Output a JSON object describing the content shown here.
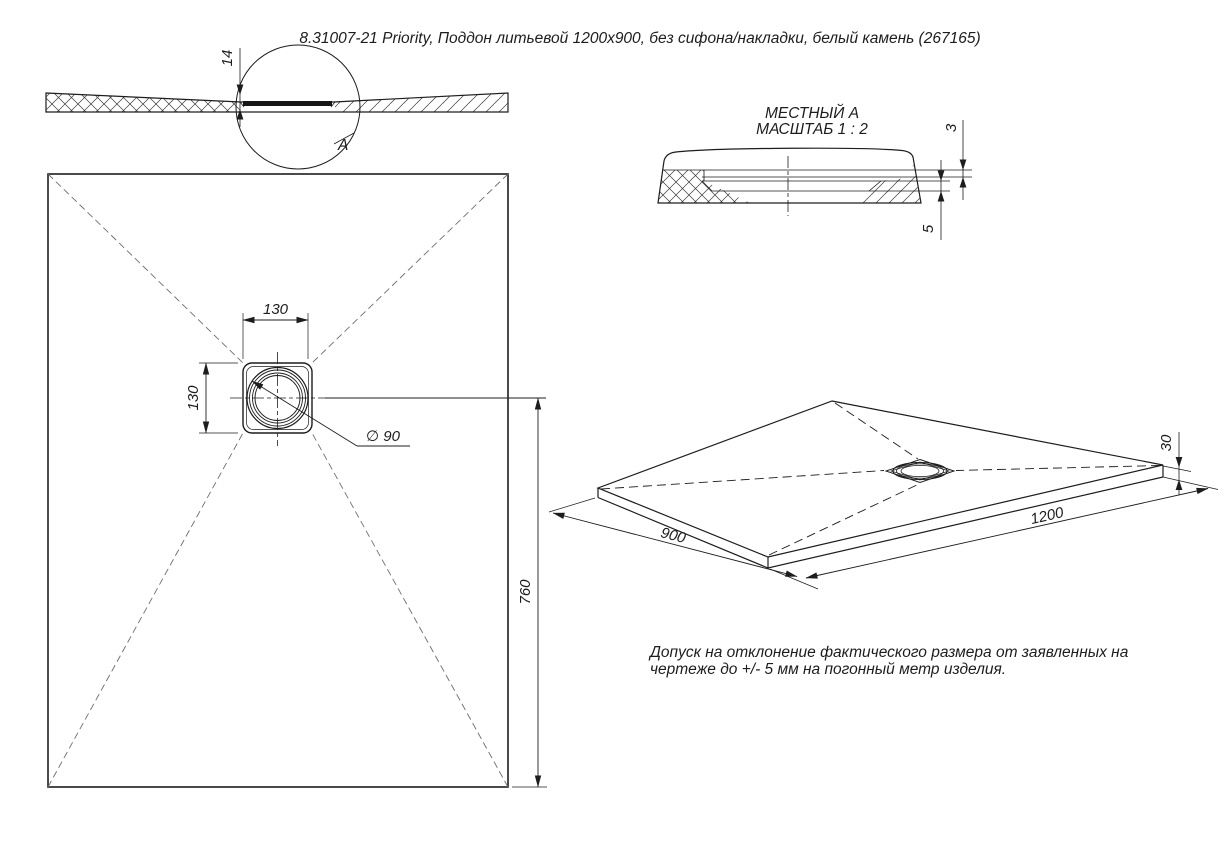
{
  "title": "8.31007-21 Priority, Поддон литьевой 1200x900, без сифона/накладки, белый камень (267165)",
  "section_view": {
    "thickness_dim": "14",
    "detail_label": "A"
  },
  "detail_view": {
    "name": "МЕСТНЫЙ А",
    "scale": "МАСШТАБ 1 : 2",
    "lip_dim": "3",
    "recess_dim": "5"
  },
  "plan_view": {
    "drain_width_dim": "130",
    "drain_height_dim": "130",
    "drain_diameter_dim": "∅ 90",
    "drain_offset_dim": "760"
  },
  "iso_view": {
    "width_dim": "900",
    "length_dim": "1200",
    "height_dim": "30"
  },
  "note": {
    "line1": "Допуск на отклонение фактического размера от заявленных на",
    "line2": "чертеже до +/- 5 мм на погонный метр изделия."
  },
  "colors": {
    "line": "#1d1d1d",
    "dashed": "#6e6e6e",
    "background": "#ffffff"
  }
}
